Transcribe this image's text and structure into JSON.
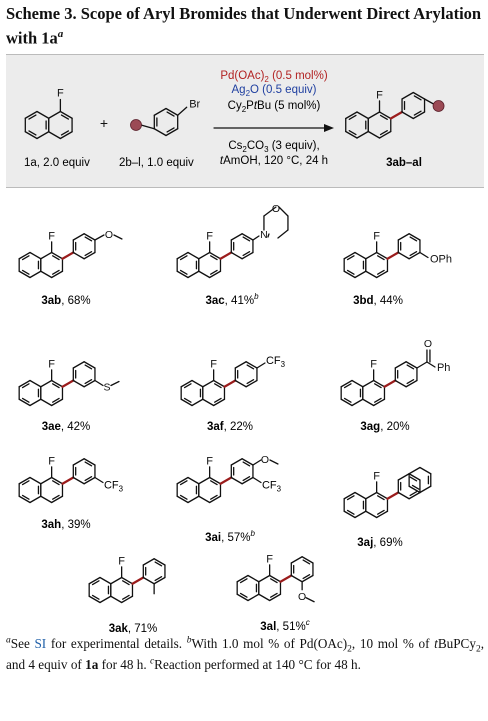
{
  "title": {
    "scheme_label": "Scheme 3.",
    "text": "Scope of Aryl Bromides that Underwent Direct Arylation with 1a",
    "superscript": "a"
  },
  "reaction": {
    "reagent1": "1a, 2.0 equiv",
    "reagent2": "2b–l, 1.0 equiv",
    "plus": "+",
    "cond_pd": "Pd(OAc)2 (0.5 mol%)",
    "cond_ag": "Ag2O (0.5 equiv)",
    "cond_ligand": "Cy2PtBu (5 mol%)",
    "cond_base": "Cs2CO3 (3 equiv),",
    "cond_solvent": "tAmOH, 120 °C, 24 h",
    "product": "3ab–al",
    "atom_F": "F",
    "atom_Br": "Br"
  },
  "products": [
    {
      "id": "3ab",
      "yield": "68%",
      "note": ""
    },
    {
      "id": "3ac",
      "yield": "41%",
      "note": "b"
    },
    {
      "id": "3bd",
      "yield": "44%",
      "note": ""
    },
    {
      "id": "3ae",
      "yield": "42%",
      "note": ""
    },
    {
      "id": "3af",
      "yield": "22%",
      "note": ""
    },
    {
      "id": "3ag",
      "yield": "20%",
      "note": ""
    },
    {
      "id": "3ah",
      "yield": "39%",
      "note": ""
    },
    {
      "id": "3ai",
      "yield": "57%",
      "note": "b"
    },
    {
      "id": "3aj",
      "yield": "69%",
      "note": ""
    },
    {
      "id": "3ak",
      "yield": "71%",
      "note": ""
    },
    {
      "id": "3al",
      "yield": "51%",
      "note": "c"
    }
  ],
  "substituents": {
    "OPh": "OPh",
    "CF3": "CF3",
    "Ph": "Ph",
    "O": "O",
    "N": "N",
    "S": "S"
  },
  "footnote": {
    "a_mark": "a",
    "a_pre": "See ",
    "a_link": "SI",
    "a_post": " for experimental details.",
    "b_mark": "b",
    "b_text": "With 1.0 mol % of Pd(OAc)2, 10 mol % of tBuPCy2, and 4 equiv of 1a for 48 h.",
    "c_mark": "c",
    "c_text": "Reaction performed at 140 °C for 48 h."
  },
  "colors": {
    "bond": "#111111",
    "new_bond": "#9b1c1c",
    "bead": "#9b4a55",
    "conditions_red": "#b22222",
    "conditions_blue": "#1f3fa0"
  }
}
